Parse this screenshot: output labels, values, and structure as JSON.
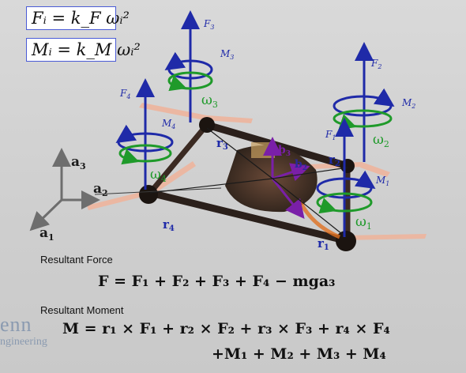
{
  "formula_boxes": {
    "force_law": "Fᵢ = k_F ωᵢ²",
    "moment_law": "Mᵢ = k_M ωᵢ²"
  },
  "world_frame": {
    "axis_1": "a",
    "axis_1_sub": "1",
    "axis_2": "a",
    "axis_2_sub": "2",
    "axis_3": "a",
    "axis_3_sub": "3"
  },
  "body_frame": {
    "b2": "b",
    "b2_sub": "2",
    "b3": "b",
    "b3_sub": "3"
  },
  "rotors": [
    {
      "force": "F",
      "force_sub": "1",
      "moment": "M",
      "moment_sub": "1",
      "omega": "ω",
      "omega_sub": "1",
      "r": "r",
      "r_sub": "1"
    },
    {
      "force": "F",
      "force_sub": "2",
      "moment": "M",
      "moment_sub": "2",
      "omega": "ω",
      "omega_sub": "2",
      "r": "r",
      "r_sub": "2"
    },
    {
      "force": "F",
      "force_sub": "3",
      "moment": "M",
      "moment_sub": "3",
      "omega": "ω",
      "omega_sub": "3",
      "r": "r",
      "r_sub": "3"
    },
    {
      "force": "F",
      "force_sub": "4",
      "moment": "M",
      "moment_sub": "4",
      "omega": "ω",
      "omega_sub": "4",
      "r": "r",
      "r_sub": "4"
    }
  ],
  "resultant_force": {
    "label": "Resultant Force",
    "equation": "F = F₁ + F₂ + F₃ + F₄ − mga₃"
  },
  "resultant_moment": {
    "label": "Resultant Moment",
    "equation_line1": "M = r₁ × F₁ + r₂ × F₂ + r₃ × F₃ + r₄ × F₄",
    "equation_line2": "+M₁ + M₂ + M₃ + M₄"
  },
  "logo": {
    "line1": "enn",
    "line2": "ngineering"
  },
  "colors": {
    "arrow_blue": "#1f2aa8",
    "ring_green": "#1f9a2a",
    "frame_purple": "#7a1fa8",
    "axis_gray": "#6e6e6e"
  }
}
